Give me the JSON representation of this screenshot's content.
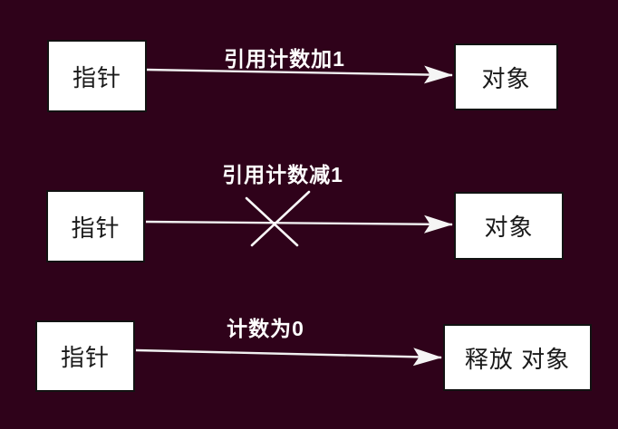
{
  "diagram": {
    "rows": [
      {
        "source_label": "指针",
        "arrow_label": "引用计数加1",
        "target_label": "对象",
        "arrow_crossed": false
      },
      {
        "source_label": "指针",
        "arrow_label": "引用计数减1",
        "target_label": "对象",
        "arrow_crossed": true
      },
      {
        "source_label": "指针",
        "arrow_label": "计数为0",
        "target_label": "释放 对象",
        "arrow_crossed": false
      }
    ]
  },
  "colors": {
    "background": "#2f021a",
    "box_fill": "#ffffff",
    "box_border": "#121212",
    "box_text": "#1a1a1a",
    "arrow": "#f0f0f0",
    "label_text": "#ffffff"
  }
}
